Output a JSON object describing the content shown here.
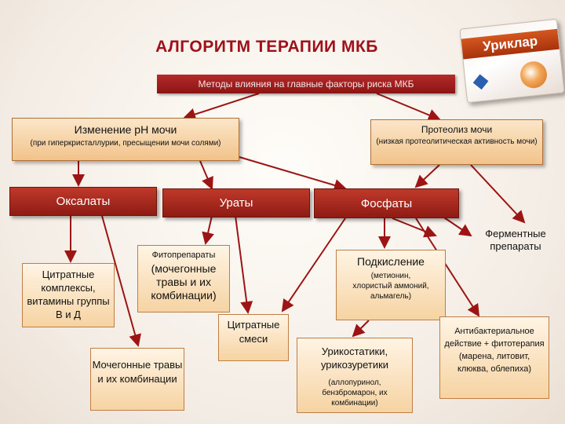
{
  "title": "АЛГОРИТМ ТЕРАПИИ МКБ",
  "subtitle": "Методы влияния на главные факторы риска МКБ",
  "product": {
    "name": "Уриклар"
  },
  "factors": {
    "ph": {
      "title": "Изменение pH мочи",
      "note": "(при гиперкристаллурии, пресыщении мочи солями)"
    },
    "proteolysis": {
      "title": "Протеолиз мочи",
      "note": "(низкая протеолитическая активность мочи)"
    }
  },
  "stones": {
    "oxalates": "Оксалаты",
    "urates": "Ураты",
    "phosphates": "Фосфаты"
  },
  "therapies": {
    "citrate_complexes": "Цитратные комплексы, витамины группы В и Д",
    "phyto_title": "Фитопрепараты",
    "phyto_body": "(мочегонные травы и их комбинации)",
    "citrate_mixes": "Цитратные смеси",
    "diuretic_herbs": "Мочегонные травы и их комбинации",
    "acidification_title": "Подкисление",
    "acidification_note": "(метионин, хлористый аммоний, альмагель)",
    "uricostatics_title": "Урикостатики, урикозуретики",
    "uricostatics_note": "(аллопуринол, бензбромарон, их комбинации)",
    "enzymes": "Ферментные препараты",
    "antibacterial": "Антибактериальное действие + фитотерапия (марена, литовит, клюква, облепиха)"
  },
  "colors": {
    "arrow": "#9c1414",
    "accent": "#a0101a",
    "box_fill": "#f2c38a"
  }
}
